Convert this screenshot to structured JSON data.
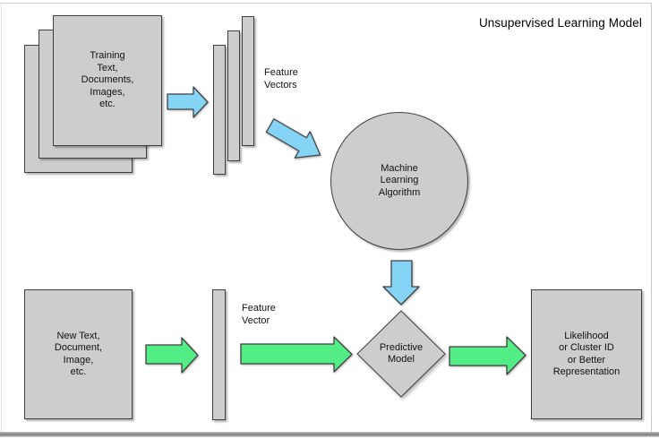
{
  "title": "Unsupervised Learning Model",
  "colors": {
    "background": "#ffffff",
    "shape_fill": "#cdcdcd",
    "shape_border": "#3f3f3f",
    "blue_arrow_fill": "#85d4f5",
    "green_arrow_fill": "#53ed86",
    "arrow_border": "#404040"
  },
  "nodes": {
    "training_documents": {
      "label": "Training\nText,\nDocuments,\nImages,\netc."
    },
    "feature_vectors": {
      "label": "Feature\nVectors"
    },
    "machine_learning_algorithm": {
      "label": "Machine\nLearning\nAlgorithm"
    },
    "new_input": {
      "label": "New Text,\nDocument,\nImage,\netc."
    },
    "feature_vector": {
      "label": "Feature\nVector"
    },
    "predictive_model": {
      "label": "Predictive\nModel"
    },
    "output": {
      "label": "Likelihood\nor Cluster ID\nor Better\nRepresentation"
    }
  },
  "flows": [
    {
      "from": "training-documents",
      "to": "feature-vectors",
      "color": "blue"
    },
    {
      "from": "feature-vectors",
      "to": "machine-learning-algorithm",
      "color": "blue"
    },
    {
      "from": "machine-learning-algorithm",
      "to": "predictive-model",
      "color": "blue"
    },
    {
      "from": "new-input",
      "to": "feature-vector",
      "color": "green"
    },
    {
      "from": "feature-vector",
      "to": "predictive-model",
      "color": "green"
    },
    {
      "from": "predictive-model",
      "to": "output",
      "color": "green"
    }
  ]
}
